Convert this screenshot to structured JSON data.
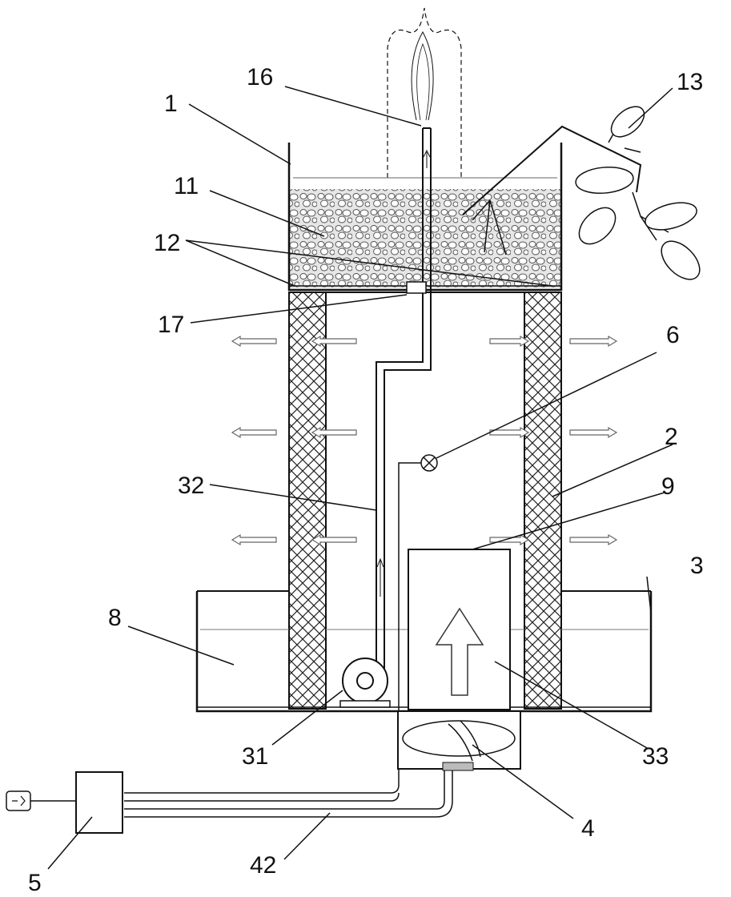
{
  "labels": {
    "l1": "1",
    "l2": "2",
    "l3": "3",
    "l4": "4",
    "l5": "5",
    "l6": "6",
    "l8": "8",
    "l9": "9",
    "l11": "11",
    "l12": "12",
    "l13": "13",
    "l16": "16",
    "l17": "17",
    "l31": "31",
    "l32": "32",
    "l33": "33",
    "l42": "42"
  }
}
